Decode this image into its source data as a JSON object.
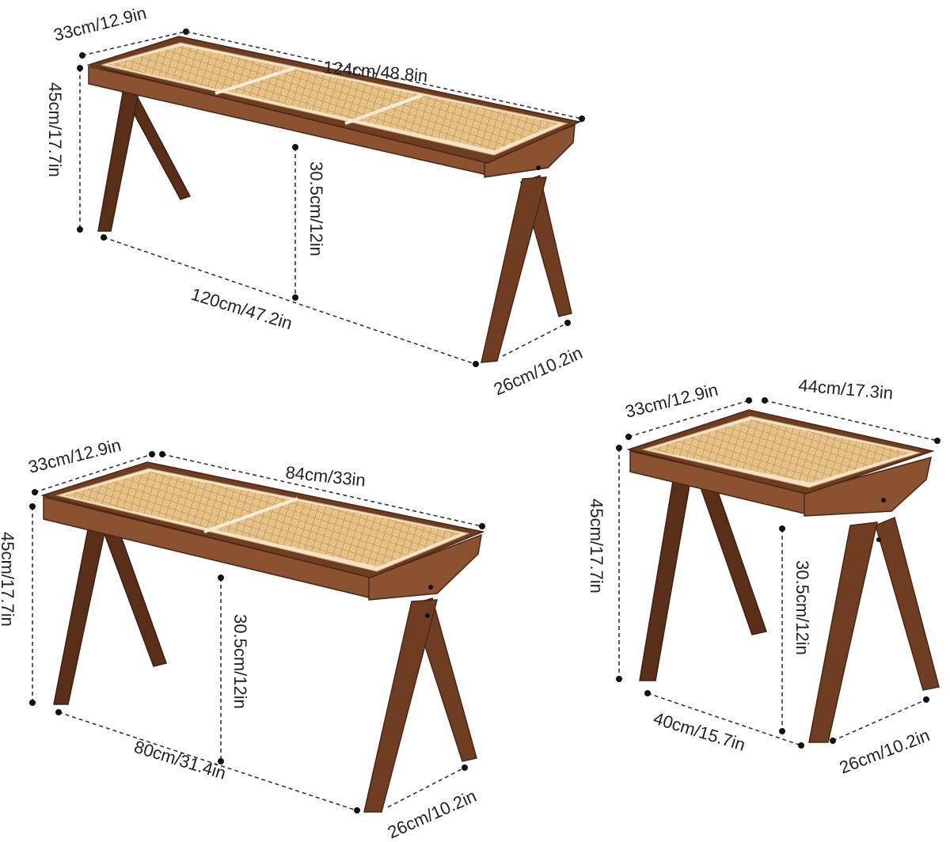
{
  "colors": {
    "wood": "#6e3d22",
    "rattan": "#e7c48c",
    "dimension_line": "#333333"
  },
  "large_bench": {
    "depth": "33cm/12.9in",
    "top_length": "124cm/48.8in",
    "height": "45cm/17.7in",
    "leg_clearance": "30.5cm/12in",
    "base_length": "120cm/47.2in",
    "base_depth": "26cm/10.2in"
  },
  "medium_bench": {
    "depth": "33cm/12.9in",
    "top_length": "84cm/33in",
    "height": "45cm/17.7in",
    "leg_clearance": "30.5cm/12in",
    "base_length": "80cm/31.4in",
    "base_depth": "26cm/10.2in"
  },
  "stool": {
    "depth": "33cm/12.9in",
    "top_length": "44cm/17.3in",
    "height": "45cm/17.7in",
    "leg_clearance": "30.5cm/12in",
    "base_length": "40cm/15.7in",
    "base_depth": "26cm/10.2in"
  }
}
